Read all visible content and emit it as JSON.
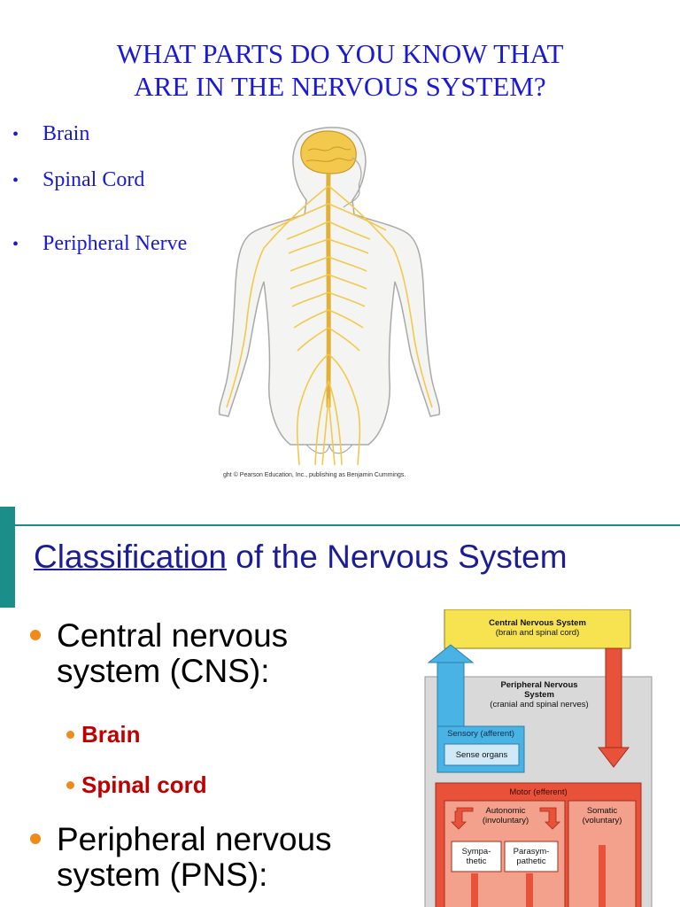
{
  "slide1": {
    "title_line1": "WHAT PARTS DO YOU KNOW THAT",
    "title_line2": "ARE IN THE NERVOUS SYSTEM?",
    "bullets": [
      "Brain",
      "Spinal Cord",
      "Peripheral Nerve"
    ],
    "bullet_glyph": "•",
    "copyright": "ght © Pearson Education, Inc., publishing as Benjamin Cummings."
  },
  "slide2": {
    "title_underlined": "Classification",
    "title_rest": " of the Nervous System",
    "cns": {
      "line1": "Central nervous",
      "line2": "system (CNS):",
      "items": [
        "Brain",
        "Spinal cord"
      ]
    },
    "pns": {
      "line1": "Peripheral nervous",
      "line2": "system (PNS):"
    },
    "diagram": {
      "cns_title": "Central Nervous System",
      "cns_sub": "(brain and spinal cord)",
      "pns_title1": "Peripheral Nervous",
      "pns_title2": "System",
      "pns_sub": "(cranial and spinal nerves)",
      "sensory": "Sensory (afferent)",
      "sense_organs": "Sense organs",
      "motor": "Motor (efferent)",
      "autonomic": "Autonomic",
      "involuntary": "(involuntary)",
      "somatic": "Somatic",
      "voluntary": "(voluntary)",
      "sympa1": "Sympa-",
      "sympa2": "thetic",
      "parasym1": "Parasym-",
      "parasym2": "pathetic"
    }
  },
  "colors": {
    "title_blue": "#1a1ad6",
    "teal": "#1b8e8a",
    "bullet_orange": "#f08a1a",
    "red_text": "#c00000",
    "nerve_yellow": "#f2c94c",
    "cns_box": "#f7e34f",
    "pns_box": "#d9d9d9",
    "sensory_blue": "#4ab3e6",
    "motor_red": "#e8523a"
  }
}
